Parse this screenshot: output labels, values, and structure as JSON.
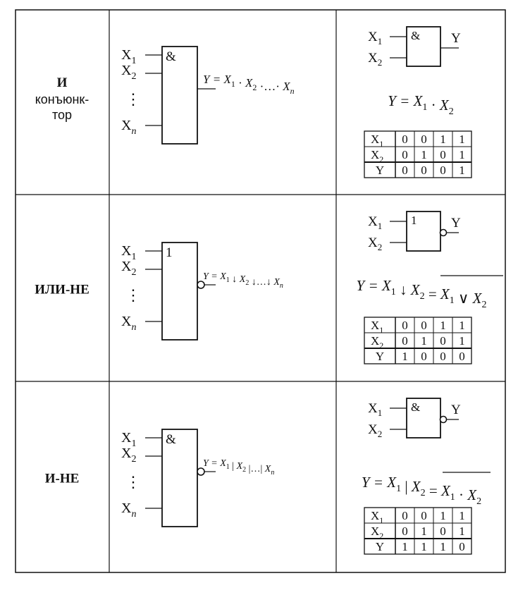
{
  "rows": [
    {
      "name": "И",
      "name_sub": [
        "конъюнк-",
        "тор"
      ],
      "gate_symbol": "&",
      "inverted_output": false,
      "inputs": [
        "X1",
        "X2",
        "Xn"
      ],
      "general_formula": "Y = X1 · X2 ·…· Xn",
      "two_input_formula": "Y = X1 · X2",
      "overline_part": "",
      "truth_table": {
        "X1": [
          0,
          0,
          1,
          1
        ],
        "X2": [
          0,
          1,
          0,
          1
        ],
        "Y": [
          0,
          0,
          0,
          1
        ]
      }
    },
    {
      "name": "ИЛИ-НЕ",
      "name_sub": [],
      "gate_symbol": "1",
      "inverted_output": true,
      "inputs": [
        "X1",
        "X2",
        "Xn"
      ],
      "general_formula": "Y = X1 ↓ X2 ↓…↓ Xn",
      "two_input_formula": "Y = X1 ↓ X2 = X1 ∨ X2",
      "overline_part": "X1 ∨ X2",
      "truth_table": {
        "X1": [
          0,
          0,
          1,
          1
        ],
        "X2": [
          0,
          1,
          0,
          1
        ],
        "Y": [
          1,
          0,
          0,
          0
        ]
      }
    },
    {
      "name": "И-НЕ",
      "name_sub": [],
      "gate_symbol": "&",
      "inverted_output": true,
      "inputs": [
        "X1",
        "X2",
        "Xn"
      ],
      "general_formula": "Y = X1 | X2 |…| Xn",
      "two_input_formula": "Y = X1 | X2 = X1 · X2",
      "overline_part": "X1 · X2",
      "truth_table": {
        "X1": [
          0,
          0,
          1,
          1
        ],
        "X2": [
          0,
          1,
          0,
          1
        ],
        "Y": [
          1,
          1,
          1,
          0
        ]
      }
    }
  ],
  "labels": {
    "x1": "X1",
    "x2": "X2",
    "xn": "Xn",
    "y": "Y",
    "dots": "⋮"
  }
}
